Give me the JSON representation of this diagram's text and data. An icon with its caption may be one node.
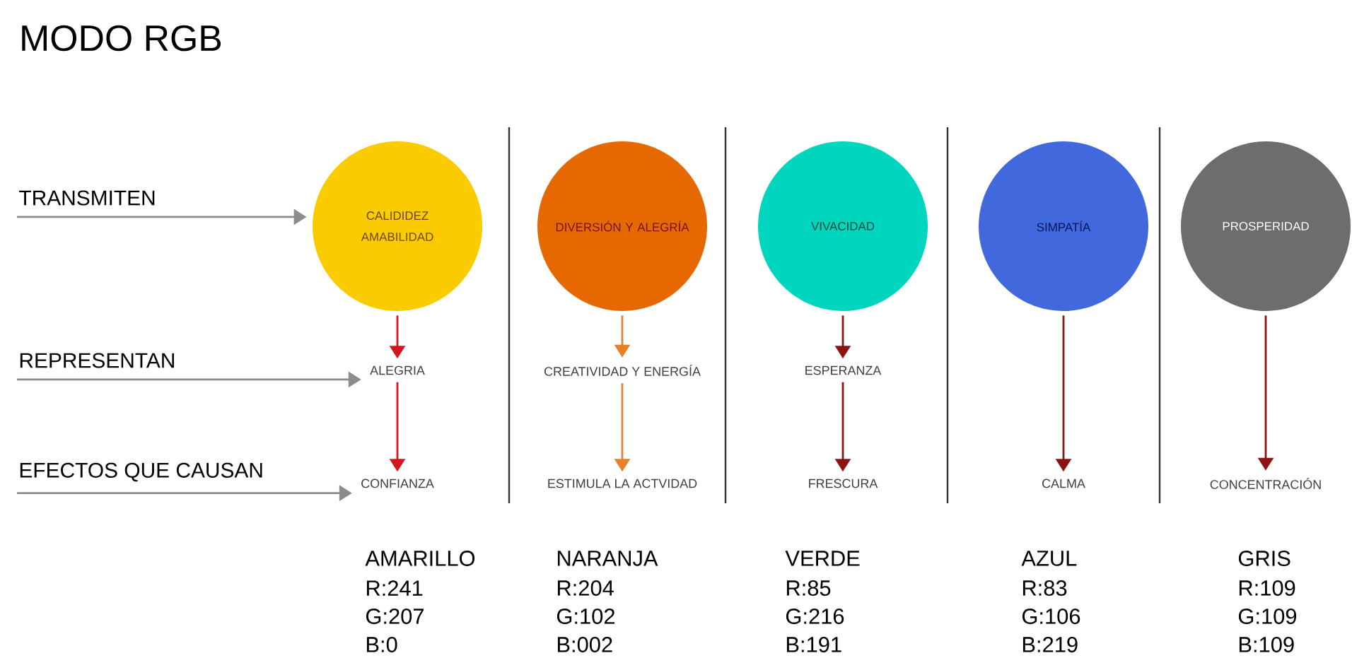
{
  "diagram": {
    "title": "MODO RGB",
    "nodes": [
      {
        "text": [
          "TRANSMITEN"
        ]
      },
      {
        "text": [
          "REPRESENTAN"
        ]
      },
      {
        "text": [
          "EFECTOS QUE CAUSAN"
        ]
      },
      {
        "text": [
          "CALIDIDEZ",
          "AMABILIDAD"
        ]
      },
      {
        "text": [
          "DIVERSIÓN Y ALEGRÍA"
        ]
      },
      {
        "text": [
          "VIVACIDAD"
        ]
      },
      {
        "text": [
          "SIMPATÍA"
        ]
      },
      {
        "text": [
          "PROSPERIDAD"
        ]
      },
      {
        "text": [
          "ALEGRIA"
        ]
      },
      {
        "text": [
          "CREATIVIDAD Y ENERGÍA"
        ]
      },
      {
        "text": [
          "ESPERANZA"
        ]
      },
      {
        "text": [
          "CONFIANZA"
        ]
      },
      {
        "text": [
          "ESTIMULA LA ACTVIDAD"
        ]
      },
      {
        "text": [
          "FRESCURA"
        ]
      },
      {
        "text": [
          "CALMA"
        ]
      },
      {
        "text": [
          "CONCENTRACIÓN"
        ]
      }
    ],
    "edges": [
      {
        "from": 0,
        "to": 3,
        "arrow": "to",
        "color": "#8c8c8c"
      },
      {
        "from": 1,
        "to": 8,
        "arrow": "to",
        "color": "#8c8c8c"
      },
      {
        "from": 2,
        "to": 11,
        "arrow": "to",
        "color": "#8c8c8c"
      },
      {
        "from": 3,
        "to": 8,
        "arrow": "to",
        "color": "#d7141e"
      },
      {
        "from": 8,
        "to": 11,
        "arrow": "to",
        "color": "#d7141e"
      },
      {
        "from": 4,
        "to": 9,
        "arrow": "to",
        "color": "#e8802a"
      },
      {
        "from": 9,
        "to": 12,
        "arrow": "to",
        "color": "#e8802a"
      },
      {
        "from": 5,
        "to": 10,
        "arrow": "to",
        "color": "#8e1414"
      },
      {
        "from": 10,
        "to": 13,
        "arrow": "to",
        "color": "#8e1414"
      },
      {
        "from": 6,
        "to": 14,
        "arrow": "to",
        "color": "#8e1414"
      },
      {
        "from": 7,
        "to": 15,
        "arrow": "to",
        "color": "#8e1414"
      }
    ],
    "labels": [
      "AMARILLO",
      "NARANJA",
      "VERDE",
      "AZUL",
      "GRIS",
      "R:241",
      "R:204",
      "R:85",
      "R:83",
      "R:109",
      "G:207",
      "G:102",
      "G:216",
      "G:106",
      "G:109",
      "B:0",
      "B:002",
      "B:191",
      "B:219",
      "B:109"
    ]
  }
}
